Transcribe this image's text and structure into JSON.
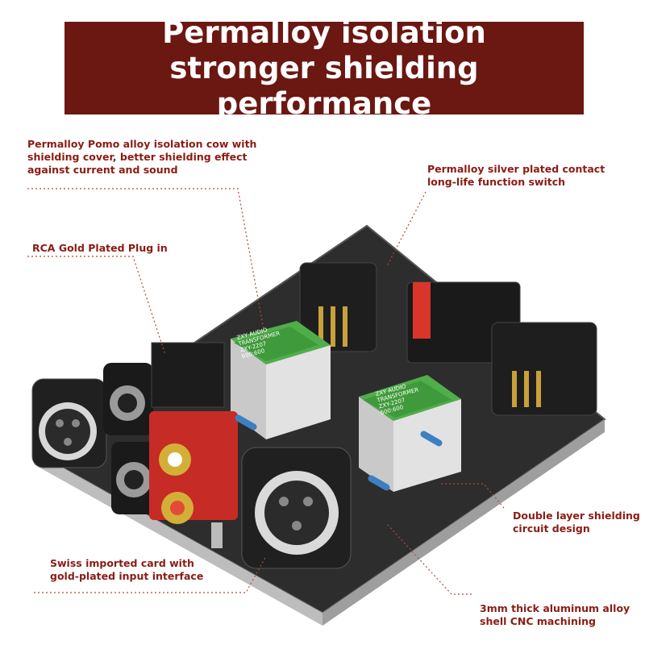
{
  "banner": {
    "line1": "Permalloy isolation",
    "line2": "stronger shielding performance"
  },
  "callouts": {
    "shield_cover": [
      "Permalloy Pomo alloy isolation cow with",
      "shielding cover, better shielding effect",
      "against current and sound"
    ],
    "switch": [
      "Permalloy silver plated contact",
      "long-life function switch"
    ],
    "rca": [
      "RCA Gold Plated Plug in"
    ],
    "double_layer": [
      "Double layer shielding",
      "circuit design"
    ],
    "swiss_card": [
      "Swiss imported card with",
      "gold-plated input interface"
    ],
    "aluminum": [
      "3mm thick aluminum alloy",
      "shell CNC machining"
    ]
  },
  "product": {
    "transformer_label": {
      "brand": "ZXY AUDIO",
      "subtitle": "TRANSFORMER",
      "model": "ZXY-2207",
      "impedance": "600:600"
    }
  },
  "colors": {
    "banner_bg": "#6b1712",
    "callout_text": "#8a1c14",
    "leader_line": "#b04a3a",
    "transformer_label": "#39a33a"
  }
}
